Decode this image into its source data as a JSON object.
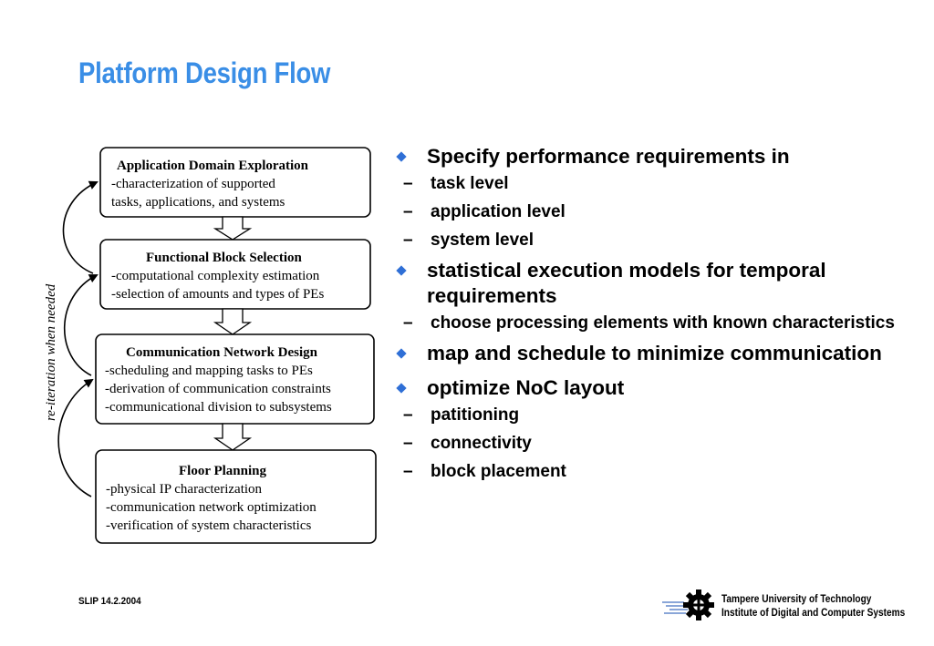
{
  "slide": {
    "title": "Platform Design Flow"
  },
  "diagram": {
    "side_note": "re-iteration  when needed",
    "boxes": [
      {
        "title": "Application Domain Exploration",
        "lines": [
          "-characterization of supported",
          "tasks, applications, and systems"
        ]
      },
      {
        "title": "Functional Block Selection",
        "lines": [
          "-computational complexity estimation",
          "-selection of amounts and types of PEs"
        ]
      },
      {
        "title": "Communication Network Design",
        "lines": [
          "-scheduling and mapping tasks to PEs",
          "-derivation of communication constraints",
          "-communicational division to subsystems"
        ]
      },
      {
        "title": "Floor Planning",
        "lines": [
          "-physical IP characterization",
          "-communication network optimization",
          "-verification of system characteristics"
        ]
      }
    ]
  },
  "bullets": [
    {
      "text": "Specify performance requirements in",
      "sub": [
        "task level",
        "application level",
        "system level"
      ]
    },
    {
      "text": "statistical execution models for temporal requirements",
      "sub": [
        "choose processing elements with known characteristics"
      ]
    },
    {
      "text": "map and schedule to minimize communication",
      "sub": []
    },
    {
      "text": "optimize NoC layout",
      "sub": [
        "patitioning",
        "connectivity",
        "block placement"
      ]
    }
  ],
  "footer": {
    "left": "SLIP 14.2.2004",
    "institution_line1": "Tampere University of Technology",
    "institution_line2": "Institute of Digital and Computer Systems",
    "dash": "–"
  },
  "colors": {
    "title": "#3a8ee6",
    "bullet": "#2f6fd6"
  }
}
